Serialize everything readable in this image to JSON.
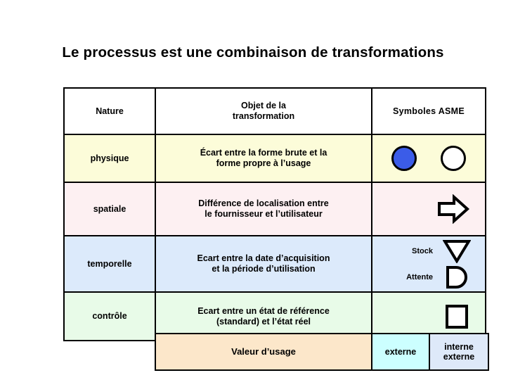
{
  "slide": {
    "title": "Le processus est une combinaison de transformations"
  },
  "table": {
    "headers": {
      "nature": "Nature",
      "objet_line1": "Objet de la",
      "objet_line2": "transformation",
      "symboles": "Symboles ASME"
    },
    "rows": [
      {
        "nature": "physique",
        "objet_line1": "Écart entre la forme brute et la",
        "objet_line2": "forme propre à l’usage",
        "symbols": [
          {
            "name": "filled-circle",
            "label": "",
            "color": "#3b5ce8"
          },
          {
            "name": "open-circle",
            "label": "",
            "color": "#ffffff"
          }
        ],
        "bg": "#fcfcd9"
      },
      {
        "nature": "spatiale",
        "objet_line1": "Différence de localisation entre",
        "objet_line2": "le fournisseur et l’utilisateur",
        "symbols": [
          {
            "name": "right-arrow",
            "label": "",
            "color": "#ffffff"
          }
        ],
        "bg": "#fdf0f2"
      },
      {
        "nature": "temporelle",
        "objet_line1": "Ecart entre la date d’acquisition",
        "objet_line2": "et la période d’utilisation",
        "symbols": [
          {
            "name": "down-triangle",
            "label": "Stock",
            "color": "#ffffff"
          },
          {
            "name": "d-shape",
            "label": "Attente",
            "color": "#ffffff"
          }
        ],
        "bg": "#dceafb"
      },
      {
        "nature": "contrôle",
        "objet_line1": "Ecart entre un état de référence",
        "objet_line2": "(standard) et l’état réel",
        "symbols": [
          {
            "name": "open-square",
            "label": "",
            "color": "#ffffff"
          }
        ],
        "bg": "#e8fbe8"
      }
    ]
  },
  "bottom": {
    "valeur": "Valeur d’usage",
    "externe": "externe",
    "interne_line1": "interne",
    "interne_line2": "externe"
  },
  "colors": {
    "blue_fill": "#3b5ce8",
    "row_physique": "#fcfcd9",
    "row_spatiale": "#fdf0f2",
    "row_temporelle": "#dceafb",
    "row_controle": "#e8fbe8",
    "valeur_bg": "#fce7ca",
    "externe_bg": "#ccffff",
    "interne_externe_bg": "#dee9f9",
    "border": "#000000"
  }
}
